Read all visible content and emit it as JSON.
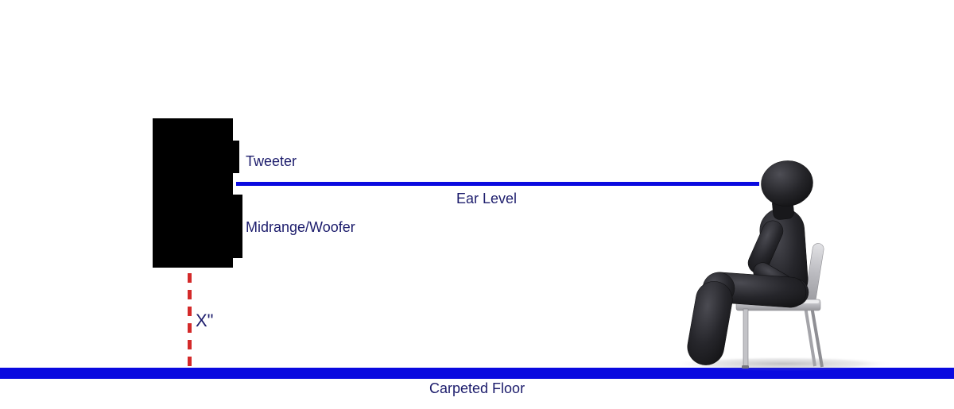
{
  "diagram": {
    "description": "Speaker height placement diagram: tweeter at seated ear level",
    "labels": {
      "tweeter": "Tweeter",
      "midrange_woofer": "Midrange/Woofer",
      "ear_level": "Ear Level",
      "height_x": "X\"",
      "carpeted_floor": "Carpeted Floor"
    },
    "colors": {
      "label_text": "#1c1c6c",
      "ear_level_line": "#0a0ae0",
      "floor_line": "#0a0ae0",
      "height_dashes": "#d42a2a",
      "speaker": "#000000",
      "listener_figure": "#1f1f23",
      "chair": "#b9b9be",
      "background": "#ffffff"
    }
  }
}
